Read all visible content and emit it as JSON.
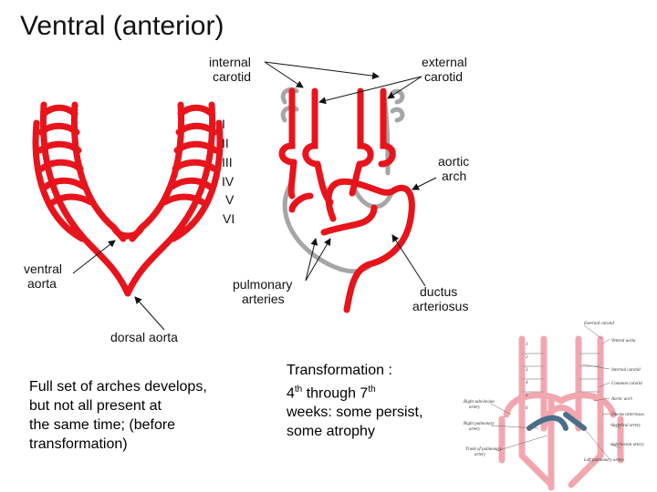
{
  "title": "Ventral (anterior)",
  "diagram": {
    "arch_numerals": [
      "I",
      "II",
      "III",
      "IV",
      "V",
      "VI"
    ],
    "labels": {
      "internal_carotid": [
        "internal",
        "carotid"
      ],
      "external_carotid": [
        "external",
        "carotid"
      ],
      "aortic_arch": [
        "aortic",
        "arch"
      ],
      "ventral_aorta": [
        "ventral",
        "aorta"
      ],
      "dorsal_aorta": "dorsal aorta",
      "pulmonary_arteries": [
        "pulmonary",
        "arteries"
      ],
      "ductus_arteriosus": [
        "ductus",
        "arteriosus"
      ]
    },
    "inset_labels": {
      "external_carotid": "External carotid",
      "ventral_aorta": "Ventral aorta",
      "internal_carotid": "Internal carotid",
      "common_carotid": "Common carotid",
      "aortic_arch": "Aortic arch",
      "ductus_arteriosus": "Ductus arteriosus",
      "vertebral_artery": "Vertebral artery",
      "subclavian_artery_r": "Subclavian artery",
      "left_pulmonary": "Left pulmonary artery",
      "right_subclavian": [
        "Right subclavian",
        "artery"
      ],
      "right_pulmonary": [
        "Right pulmonary",
        "artery"
      ],
      "trunk_pulmonary": [
        "Trunk of pulmonary",
        "artery"
      ],
      "inset_numbers": [
        "1",
        "2",
        "3",
        "4",
        "5",
        "6"
      ]
    }
  },
  "text": {
    "left_lines": [
      "Full set of arches develops,",
      "but not all present at",
      "the same time;  (before",
      "transformation)"
    ],
    "right_line1": "Transformation :",
    "right_line2_pre": "4",
    "right_line2_sup1": "th",
    "right_line2_mid": " through 7",
    "right_line2_sup2": "th",
    "right_line3": "weeks: some persist,",
    "right_line4": "some atrophy"
  },
  "colors": {
    "vessel_red": "#e8141c",
    "atrophied_gray": "#a6a6a6",
    "inset_pink": "#f2a7b0",
    "inset_blue": "#4b6f8a"
  }
}
